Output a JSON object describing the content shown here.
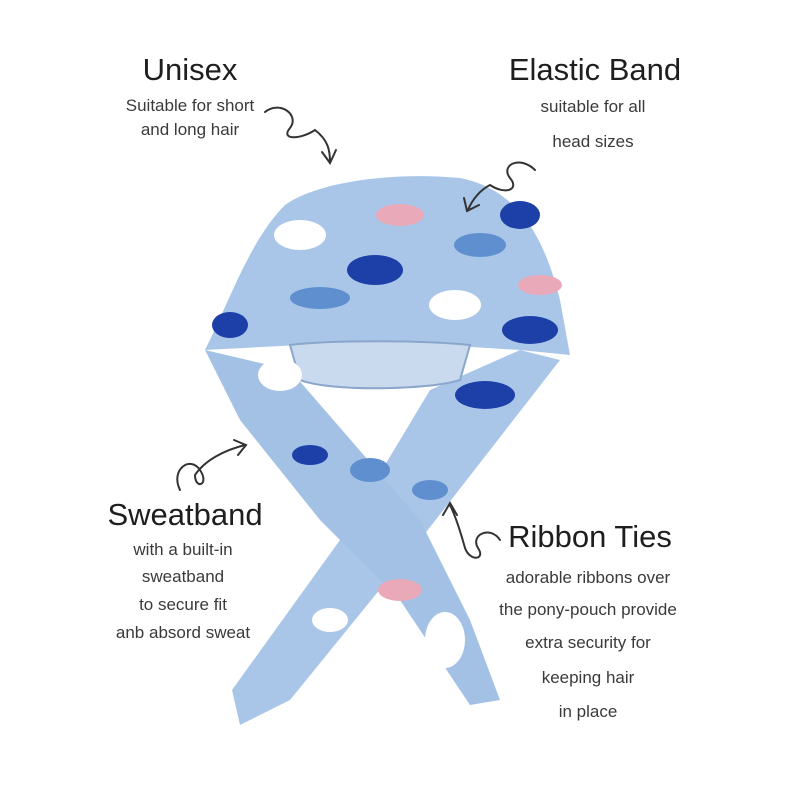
{
  "callouts": {
    "unisex": {
      "title": "Unisex",
      "lines": [
        "Suitable for short",
        "and long hair"
      ]
    },
    "elastic": {
      "title": "Elastic Band",
      "lines": [
        "suitable for all",
        "head sizes"
      ]
    },
    "sweatband": {
      "title": "Sweatband",
      "lines": [
        "with a built-in",
        "sweatband",
        "to secure fit",
        "anb absord sweat"
      ]
    },
    "ribbon": {
      "title": "Ribbon Ties",
      "lines": [
        "adorable ribbons over",
        "the pony-pouch provide",
        "extra security for",
        "keeping hair",
        "in place"
      ]
    }
  },
  "colors": {
    "fabric": "#a9c6e8",
    "whale_dark": "#1c3fa8",
    "whale_light": "#5f8fcf",
    "whale_pink": "#e9a9b9"
  }
}
